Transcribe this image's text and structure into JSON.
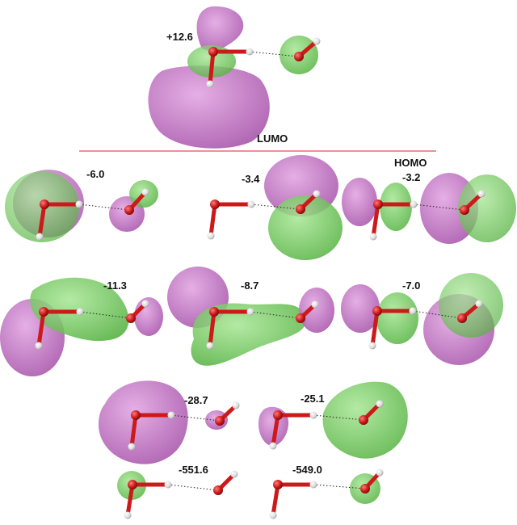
{
  "lumo_label": "LUMO",
  "homo_label": "HOMO",
  "colors": {
    "positive_lobe": "#b565b8",
    "negative_lobe": "#5fc447",
    "oxygen": "#cc1a1a",
    "hydrogen": "#e8e8e8",
    "separator": "#d95555"
  },
  "orbitals": [
    {
      "id": "lumo",
      "energy": "+12.6"
    },
    {
      "id": "homo",
      "energy": "-3.2"
    },
    {
      "id": "mo-2",
      "energy": "-3.4"
    },
    {
      "id": "mo-3",
      "energy": "-6.0"
    },
    {
      "id": "mo-4",
      "energy": "-7.0"
    },
    {
      "id": "mo-5",
      "energy": "-8.7"
    },
    {
      "id": "mo-6",
      "energy": "-11.3"
    },
    {
      "id": "mo-7",
      "energy": "-25.1"
    },
    {
      "id": "mo-8",
      "energy": "-28.7"
    },
    {
      "id": "mo-9",
      "energy": "-549.0"
    },
    {
      "id": "mo-10",
      "energy": "-551.6"
    }
  ]
}
